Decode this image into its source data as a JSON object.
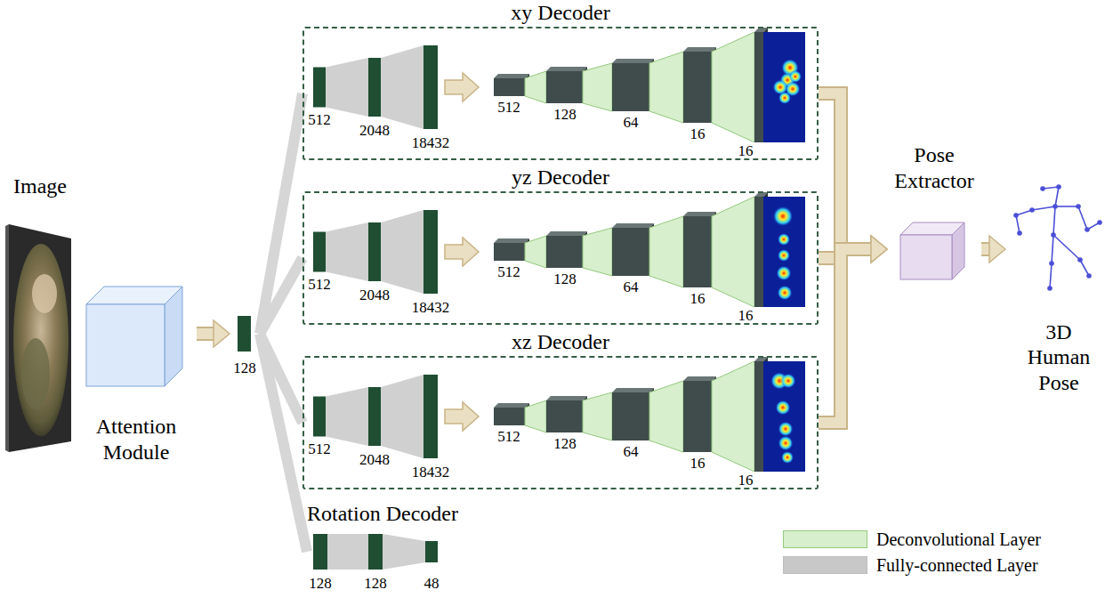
{
  "diagram": {
    "nodes": [
      {
        "text": [
          "Image"
        ]
      },
      {
        "text": [
          "Attention Module"
        ]
      },
      {
        "text": [
          "128"
        ]
      },
      {
        "text": [
          "xy Decoder"
        ]
      },
      {
        "text": [
          "yz Decoder"
        ]
      },
      {
        "text": [
          "xz Decoder"
        ]
      },
      {
        "text": [
          "Rotation Decoder"
        ]
      },
      {
        "text": [
          "Pose Extractor"
        ]
      },
      {
        "text": [
          "3D Human Pose"
        ]
      }
    ],
    "edges": [
      {
        "from": 1,
        "to": 2,
        "arrow": "to"
      },
      {
        "from": 2,
        "to": 3,
        "arrow": "none"
      },
      {
        "from": 2,
        "to": 4,
        "arrow": "none"
      },
      {
        "from": 2,
        "to": 5,
        "arrow": "none"
      },
      {
        "from": 2,
        "to": 6,
        "arrow": "none"
      },
      {
        "from": 3,
        "to": 7,
        "arrow": "to"
      },
      {
        "from": 4,
        "to": 7,
        "arrow": "to"
      },
      {
        "from": 5,
        "to": 7,
        "arrow": "to"
      },
      {
        "from": 7,
        "to": 8,
        "arrow": "to"
      }
    ],
    "labels": [
      "512",
      "2048",
      "18432",
      "512",
      "128",
      "64",
      "16",
      "16",
      "512",
      "2048",
      "18432",
      "512",
      "128",
      "64",
      "16",
      "16",
      "512",
      "2048",
      "18432",
      "512",
      "128",
      "64",
      "16",
      "16",
      "128",
      "128",
      "48"
    ],
    "legend": [
      {
        "text": "Deconvolutional Layer",
        "color": "#d7efcd"
      },
      {
        "text": "Fully-connected Layer",
        "color": "#c8c8c8"
      }
    ]
  }
}
